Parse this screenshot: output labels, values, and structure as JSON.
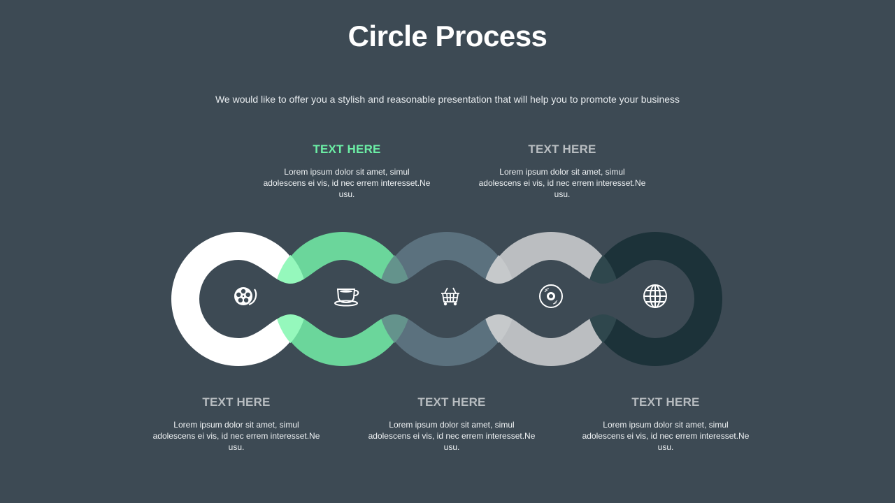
{
  "title": "Circle Process",
  "subtitle": "We would like to offer you a stylish and reasonable presentation that will help you to promote your business",
  "colors": {
    "background": "#3d4a54",
    "accent_green": "#6cf0a6",
    "ring_1": "#ffffff",
    "ring_2": "#6bd69b",
    "ring_3": "#5b717e",
    "ring_4": "#bbbec1",
    "ring_5": "#1c3239"
  },
  "steps": [
    {
      "id": 1,
      "icon": "film-reel-icon",
      "ring_color": "#ffffff"
    },
    {
      "id": 2,
      "icon": "coffee-cup-icon",
      "ring_color": "#6bd69b"
    },
    {
      "id": 3,
      "icon": "shopping-basket-icon",
      "ring_color": "#5b717e"
    },
    {
      "id": 4,
      "icon": "vinyl-disc-icon",
      "ring_color": "#bbbec1"
    },
    {
      "id": 5,
      "icon": "globe-icon",
      "ring_color": "#1c3239"
    }
  ],
  "top_blocks": [
    {
      "heading": "TEXT HERE",
      "body": "Lorem ipsum dolor  sit amet, simul adolescens  ei vis, id nec errem interesset.Ne usu."
    },
    {
      "heading": "TEXT HERE",
      "body": "Lorem ipsum dolor  sit amet, simul adolescens  ei vis, id nec errem interesset.Ne usu."
    }
  ],
  "bottom_blocks": [
    {
      "heading": "TEXT HERE",
      "body": "Lorem ipsum dolor  sit amet, simul adolescens  ei vis, id nec errem interesset.Ne usu."
    },
    {
      "heading": "TEXT HERE",
      "body": "Lorem ipsum dolor  sit amet, simul adolescens  ei vis, id nec errem interesset.Ne usu."
    },
    {
      "heading": "TEXT HERE",
      "body": "Lorem ipsum dolor  sit amet, simul adolescens  ei vis, id nec errem interesset.Ne usu."
    }
  ]
}
